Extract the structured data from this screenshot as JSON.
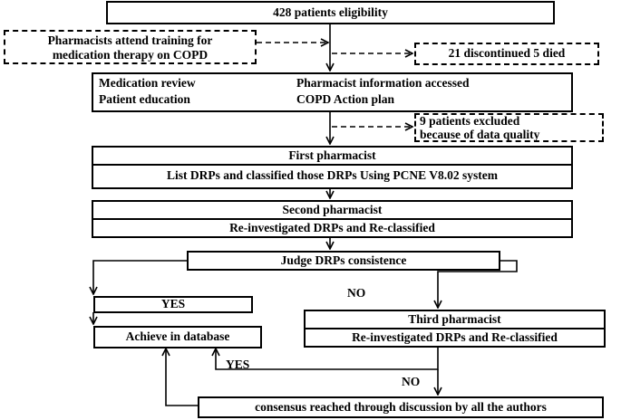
{
  "boxes": {
    "eligibility": "428 patients eligibility",
    "training_line1": "Pharmacists attend training  for",
    "training_line2": "medication therapy on COPD",
    "discontinued": "21 discontinued 5 died",
    "review_medication": "Medication review",
    "review_education": "Patient education",
    "review_info": "Pharmacist information accessed",
    "review_action": "COPD Action plan",
    "excluded_line1": "9 patients excluded",
    "excluded_line2": "because of data quality",
    "first_title": "First  pharmacist",
    "first_body": "List DRPs and classified those DRPs Using PCNE V8.02 system",
    "second_title": "Second  pharmacist",
    "second_body": "Re-investigated DRPs and Re-classified",
    "judge": "Judge DRPs consistence",
    "yes_box": "YES",
    "achieve": "Achieve in database",
    "third_title": "Third  pharmacist",
    "third_body": "Re-investigated DRPs and Re-classified",
    "consensus": "consensus reached through discussion by all the authors"
  },
  "edge_labels": {
    "no1": "NO",
    "yes2": "YES",
    "no2": "NO"
  }
}
